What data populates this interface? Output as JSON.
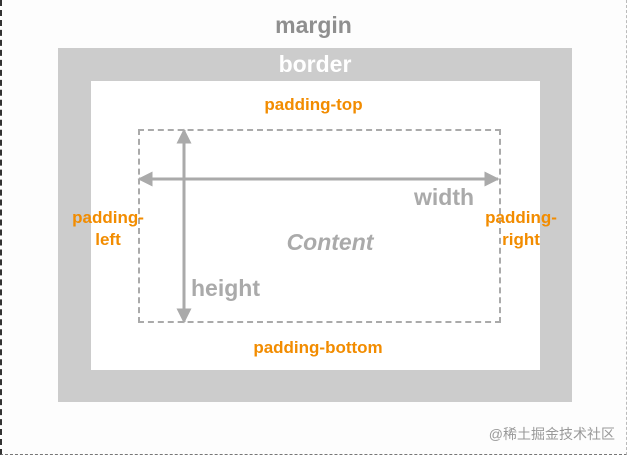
{
  "labels": {
    "margin": "margin",
    "border": "border",
    "padding_top": "padding-top",
    "padding_bottom": "padding-bottom",
    "padding_left_line1": "padding-",
    "padding_left_line2": "left",
    "padding_right_line1": "padding-",
    "padding_right_line2": "right",
    "content": "Content",
    "width": "width",
    "height": "height"
  },
  "watermark": "@稀土掘金技术社区",
  "colors": {
    "margin_text": "#8f8f8f",
    "border_fill": "#cccccc",
    "padding_text": "#f28c00",
    "content_text": "#aaaaaa",
    "content_border": "#aaaaaa"
  }
}
